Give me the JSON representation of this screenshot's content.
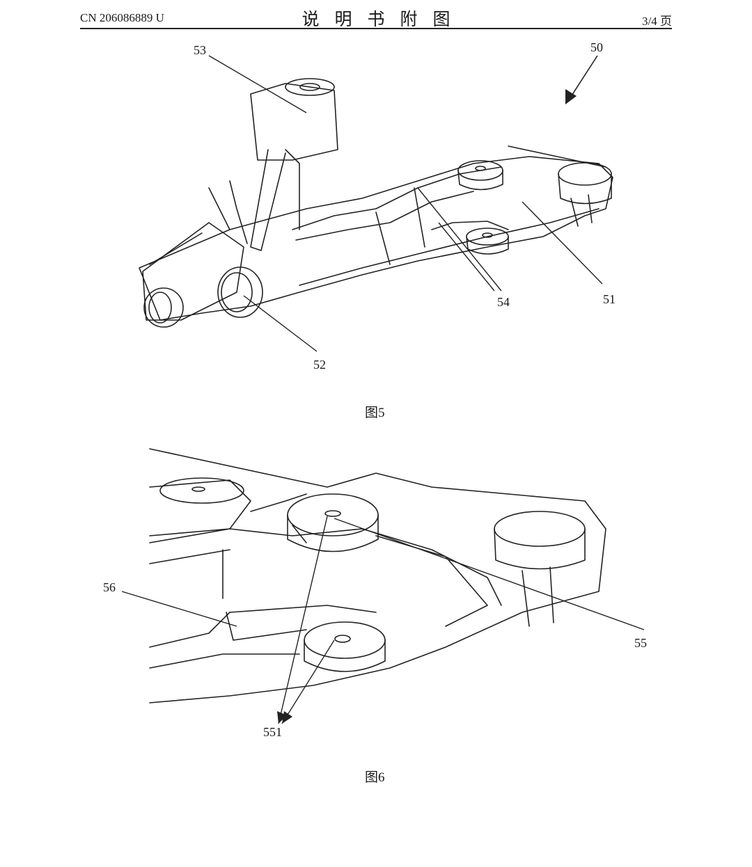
{
  "header": {
    "publication_number": "CN 206086889 U",
    "title": "说明书附图",
    "page": "3/4 页"
  },
  "figures": [
    {
      "caption": "图5",
      "labels": {
        "assembly": "50",
        "subframe": "51",
        "front_bushing": "52",
        "tower": "53",
        "reinforcement": "54"
      }
    },
    {
      "caption": "图6",
      "labels": {
        "bracket": "55",
        "arm": "56",
        "holes": "551"
      }
    }
  ]
}
